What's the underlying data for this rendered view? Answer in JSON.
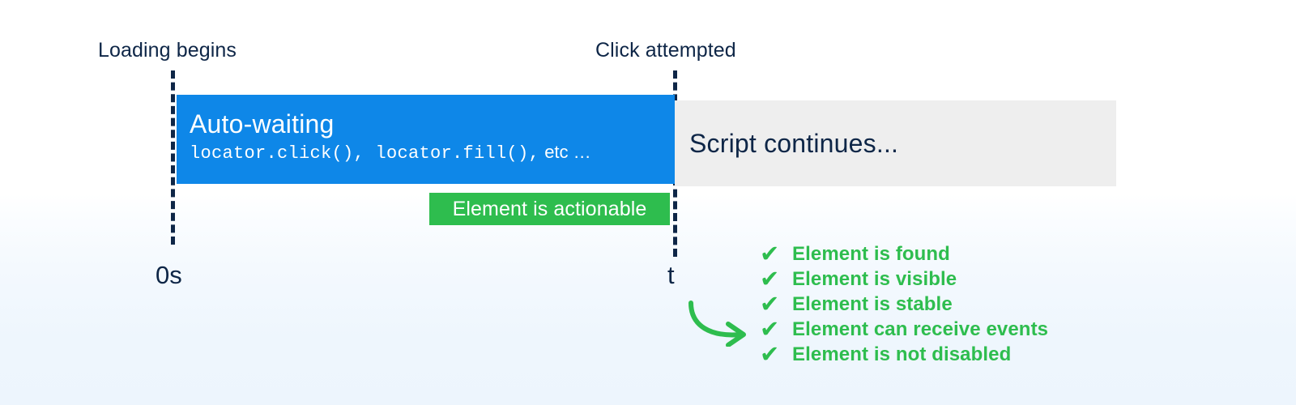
{
  "diagram": {
    "title_context": "Playwright auto-waiting timeline",
    "colors": {
      "accent_blue": "#0e87e8",
      "accent_green": "#2ebd4e",
      "neutral_gray": "#eeeeee",
      "text_navy": "#0e2647",
      "background_top": "#ffffff",
      "background_bottom": "#edf5fd"
    },
    "markers": [
      {
        "id": "loading-begins",
        "label": "Loading begins",
        "axis_label": "0s"
      },
      {
        "id": "click-attempted",
        "label": "Click attempted",
        "axis_label": "t"
      }
    ],
    "phases": [
      {
        "id": "auto-waiting",
        "title": "Auto-waiting",
        "code": "locator.click(), locator.fill(),",
        "code_tail": " etc …",
        "color": "#0e87e8"
      },
      {
        "id": "script-continues",
        "title": "Script continues...",
        "color": "#eeeeee"
      }
    ],
    "badge": {
      "label": "Element is actionable",
      "color": "#2ebd4e"
    },
    "checklist": {
      "check_glyph": "✔",
      "items": [
        "Element is found",
        "Element is visible",
        "Element is stable",
        "Element can receive events",
        "Element is not disabled"
      ]
    },
    "arrow": {
      "name": "curved-arrow",
      "color": "#2ebd4e",
      "direction": "down-right"
    }
  }
}
